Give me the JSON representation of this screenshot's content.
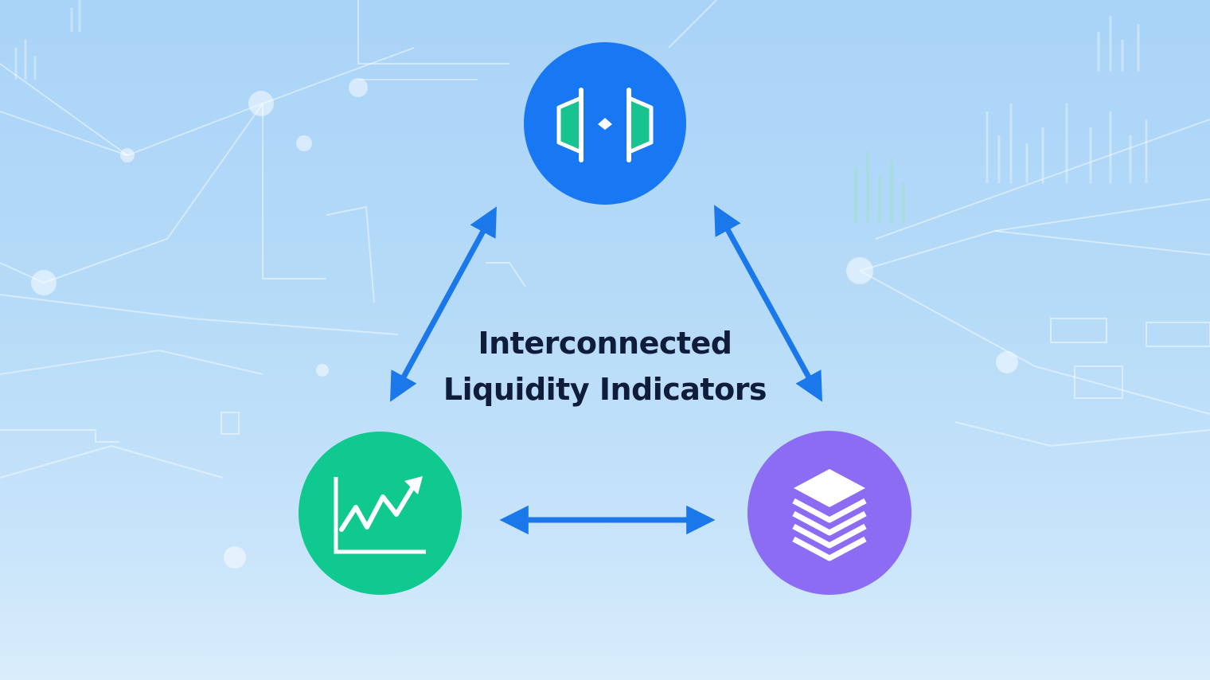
{
  "diagram": {
    "title_lines": [
      "Interconnected",
      "Liquidity Indicators"
    ],
    "nodes": [
      {
        "id": "top",
        "icon": "bid-ask-spread-icon",
        "color": "#1877f2"
      },
      {
        "id": "left",
        "icon": "trending-chart-icon",
        "color": "#10c98f"
      },
      {
        "id": "right",
        "icon": "layers-stack-icon",
        "color": "#8b6cf2"
      }
    ],
    "connections": [
      {
        "from": "top",
        "to": "left",
        "bidirectional": true
      },
      {
        "from": "top",
        "to": "right",
        "bidirectional": true
      },
      {
        "from": "left",
        "to": "right",
        "bidirectional": true
      }
    ],
    "arrow_color": "#1a78ea",
    "icon_accent": "#17c490"
  }
}
